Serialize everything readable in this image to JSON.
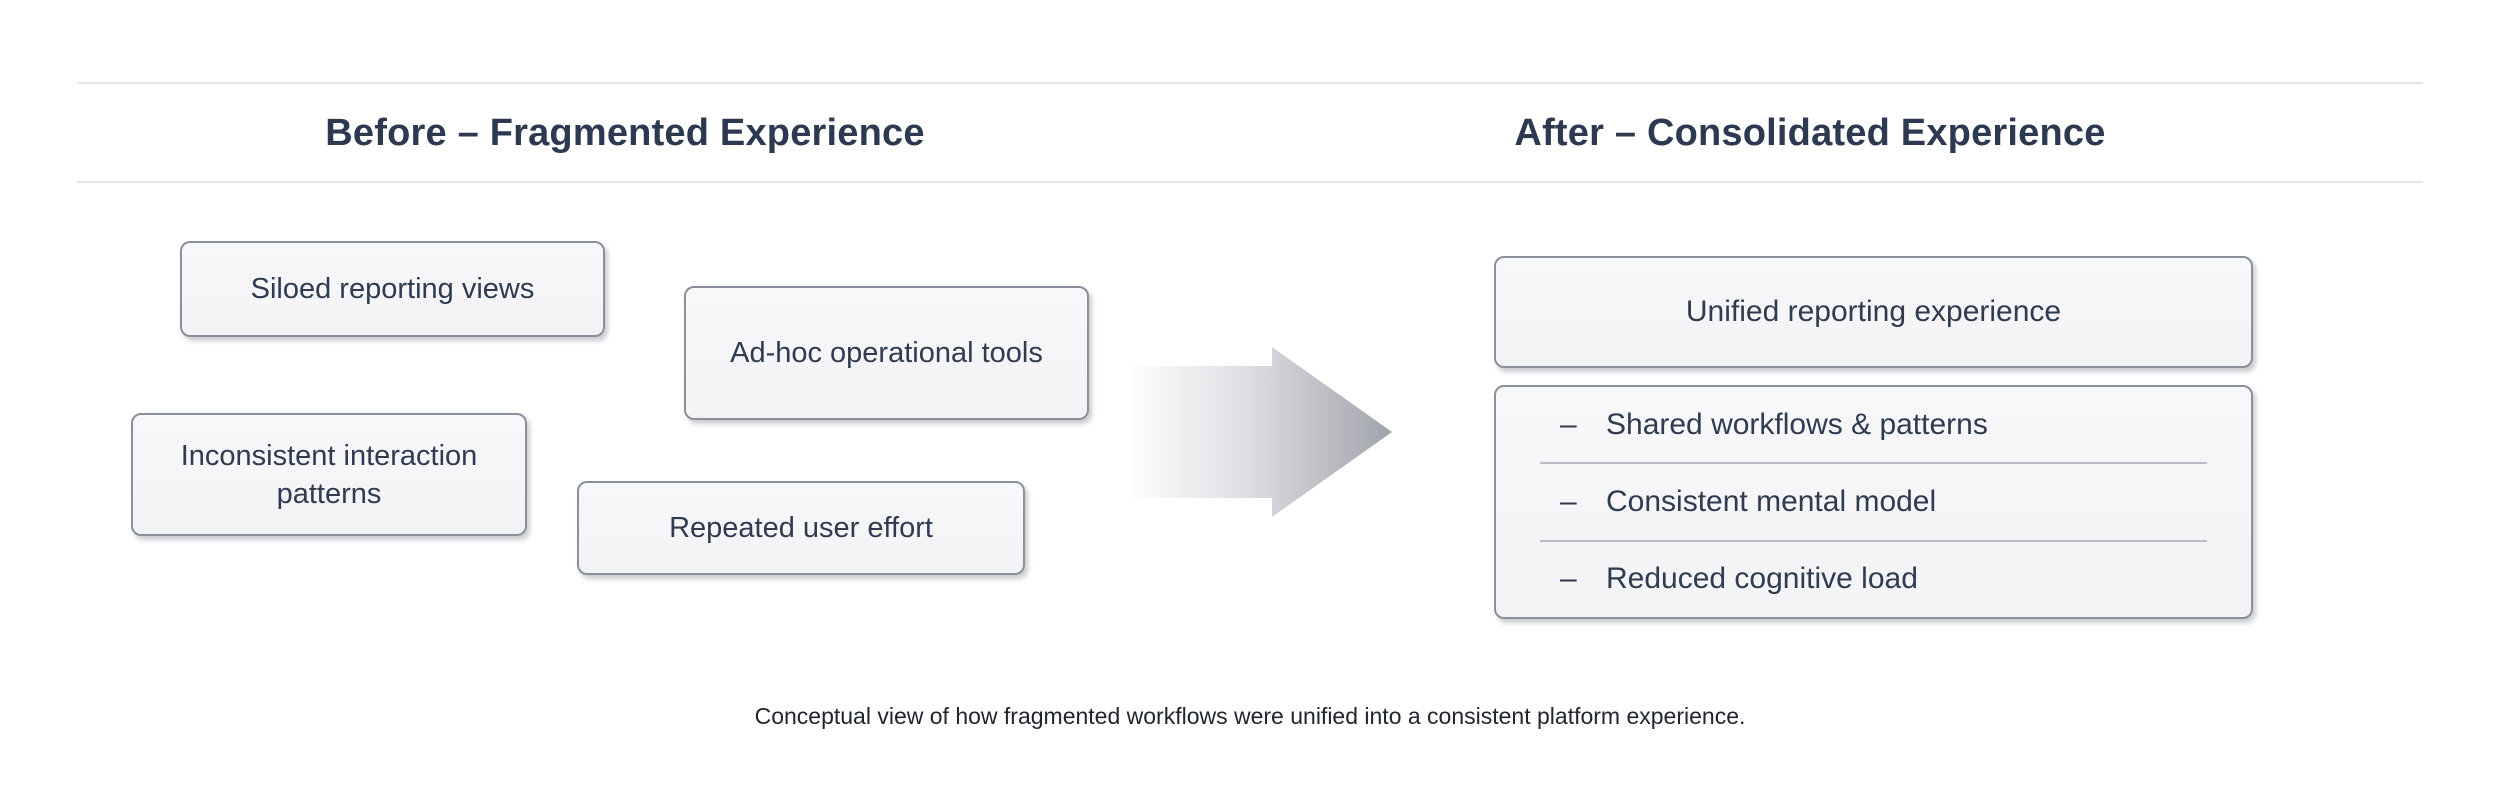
{
  "before": {
    "title": "Before – Fragmented Experience",
    "boxes": [
      "Siloed reporting views",
      "Ad-hoc operational tools",
      "Inconsistent interaction patterns",
      "Repeated user effort"
    ]
  },
  "after": {
    "title": "After – Consolidated Experience",
    "summary_box": "Unified reporting experience",
    "benefits": [
      {
        "bullet": "–",
        "label": "Shared workflows & patterns"
      },
      {
        "bullet": "–",
        "label": "Consistent mental model"
      },
      {
        "bullet": "–",
        "label": "Reduced cognitive load"
      }
    ]
  },
  "arrow": {
    "direction": "right"
  },
  "caption": "Conceptual view of how fragmented workflows were unified into a consistent platform experience.",
  "colors": {
    "heading_text": "#2c3950",
    "box_text": "#2e3b50",
    "box_border": "#8a909b",
    "box_fill": "#f6f6f8",
    "band_line": "#e4e5e9",
    "list_divider": "#b9bdc6",
    "arrow_gradient_start": "#fdfdfe",
    "arrow_gradient_end": "#a1a3ab",
    "caption_text": "#21252d"
  }
}
